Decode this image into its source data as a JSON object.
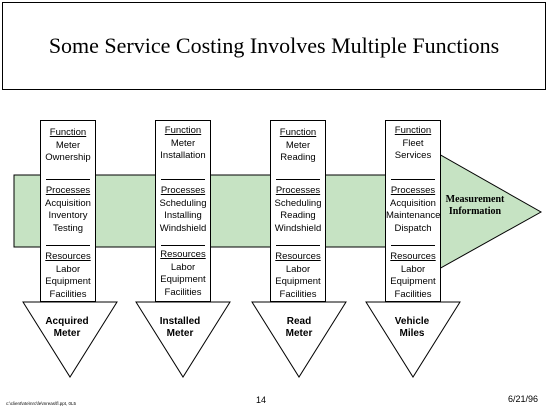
{
  "title": "Some Service Costing Involves Multiple Functions",
  "arrow_label": [
    "Measurement",
    "Information"
  ],
  "arrow_color": "#c6e3c3",
  "columns": [
    {
      "function": {
        "heading": "Function",
        "items": [
          "Meter",
          "Ownership"
        ]
      },
      "processes": {
        "heading": "Processes",
        "items": [
          "Acquisition",
          "Inventory",
          "Testing"
        ]
      },
      "resources": {
        "heading": "Resources",
        "items": [
          "Labor",
          "Equipment",
          "Facilities"
        ]
      },
      "output": [
        "Acquired",
        "Meter"
      ]
    },
    {
      "function": {
        "heading": "Function",
        "items": [
          "Meter",
          "Installation"
        ]
      },
      "processes": {
        "heading": "Processes",
        "items": [
          "Scheduling",
          "Installing",
          "Windshield"
        ]
      },
      "resources": {
        "heading": "Resources",
        "items": [
          "Labor",
          "Equipment",
          "Facilities"
        ]
      },
      "output": [
        "Installed",
        "Meter"
      ]
    },
    {
      "function": {
        "heading": "Function",
        "items": [
          "Meter",
          "Reading"
        ]
      },
      "processes": {
        "heading": "Processes",
        "items": [
          "Scheduling",
          "Reading",
          "Windshield"
        ]
      },
      "resources": {
        "heading": "Resources",
        "items": [
          "Labor",
          "Equipment",
          "Facilities"
        ]
      },
      "output": [
        "Read",
        "Meter"
      ]
    },
    {
      "function": {
        "heading": "Function",
        "items": [
          "Fleet",
          "Services"
        ]
      },
      "processes": {
        "heading": "Processes",
        "items": [
          "Acquisition",
          "Maintenance",
          "Dispatch"
        ]
      },
      "resources": {
        "heading": "Resources",
        "items": [
          "Labor",
          "Equipment",
          "Facilities"
        ]
      },
      "output": [
        "Vehicle",
        "Miles"
      ]
    }
  ],
  "footer": {
    "path": "c:\\client\\nte\\nrc\\fe\\mreas\\fl.ppt, 0L5",
    "page": "14",
    "date": "6/21/96"
  }
}
